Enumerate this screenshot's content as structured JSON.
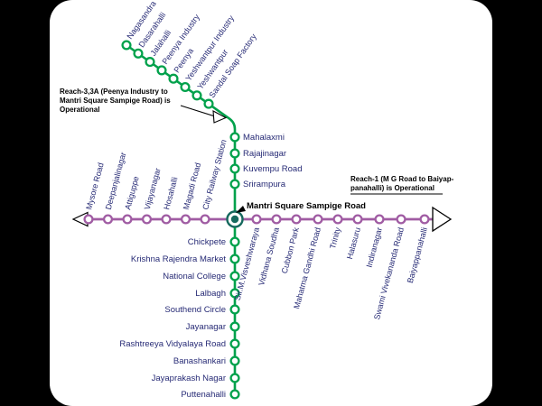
{
  "colors": {
    "background": "#000000",
    "panel": "#ffffff",
    "green_line": "#00a14b",
    "purple_line": "#a05ca3",
    "interchange": "#16695e",
    "label": "#262a75",
    "annotation": "#000000"
  },
  "lines": {
    "green": {
      "diagonal_stations": [
        "Nagasandra",
        "Dasarahalli",
        "Jalahalli",
        "Peenya Industry",
        "Peenya",
        "Yeshwantpur Industry",
        "Yeshwantpur",
        "Sandal Soap Factory"
      ],
      "upper_stations": [
        "Mahalaxmi",
        "Rajajinagar",
        "Kuvempu Road",
        "Srirampura"
      ],
      "lower_stations": [
        "Chickpete",
        "Krishna Rajendra Market",
        "National College",
        "Lalbagh",
        "Southend Circle",
        "Jayanagar",
        "Rashtreeya Vidyalaya Road",
        "Banashankari",
        "Jayaprakash Nagar",
        "Puttenahalli"
      ]
    },
    "purple": {
      "left_stations": [
        "Mysore Road",
        "Deepanjalinagar",
        "Attiguppe",
        "Vijayanagar",
        "Hosahalli",
        "Magadi Road",
        "City Railway Station"
      ],
      "right_stations": [
        "Sir.M.Visveshwaraya",
        "Vidhana Soudha",
        "Cubbon Park",
        "Mahatma Gandhi Road",
        "Trinity",
        "Halasuru",
        "Indiranagar",
        "Swami Vivekananda Road",
        "Baiyappanahalli"
      ]
    },
    "interchange": "Mantri Square Sampige Road"
  },
  "annotations": {
    "reach3": {
      "lines": [
        "Reach-3,3A (Peenya Industry to",
        "Mantri Square Sampige Road) is",
        "Operational"
      ]
    },
    "reach1": {
      "lines": [
        "Reach-1 (M G Road to Baiyap-",
        "panahalli) is Operational"
      ]
    }
  }
}
